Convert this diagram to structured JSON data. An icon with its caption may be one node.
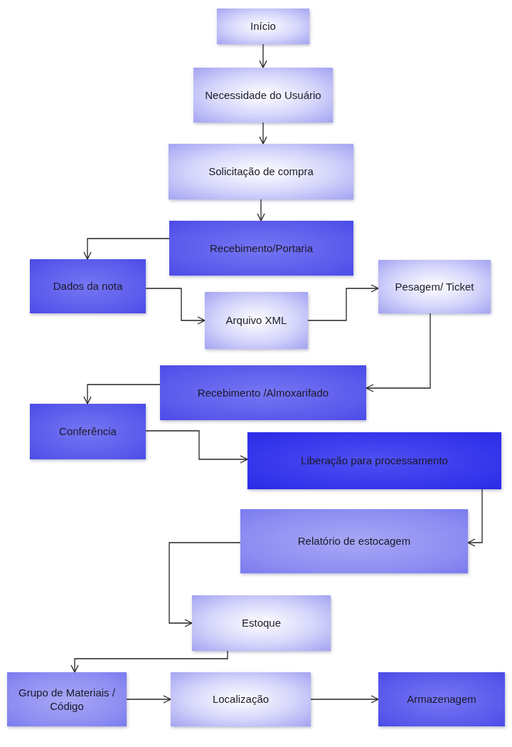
{
  "diagram": {
    "nodes": [
      {
        "text": [
          "Início"
        ]
      },
      {
        "text": [
          "Necessidade do Usuário"
        ]
      },
      {
        "text": [
          "Solicitação de compra"
        ]
      },
      {
        "text": [
          "Recebimento/Portaria"
        ]
      },
      {
        "text": [
          "Dados da nota"
        ]
      },
      {
        "text": [
          "Arquivo XML"
        ]
      },
      {
        "text": [
          "Pesagem/ Ticket"
        ]
      },
      {
        "text": [
          "Recebimento /Almoxarifado"
        ]
      },
      {
        "text": [
          "Conferência"
        ]
      },
      {
        "text": [
          "Liberação para processamento"
        ]
      },
      {
        "text": [
          "Relatório de estocagem"
        ]
      },
      {
        "text": [
          "Estoque"
        ]
      },
      {
        "text": [
          "Grupo de Materiais / Código"
        ]
      },
      {
        "text": [
          "Localização"
        ]
      },
      {
        "text": [
          "Armazenagem"
        ]
      }
    ],
    "edges": [
      {
        "from": 0,
        "to": 1,
        "arrow": "to"
      },
      {
        "from": 1,
        "to": 2,
        "arrow": "to"
      },
      {
        "from": 2,
        "to": 3,
        "arrow": "to"
      },
      {
        "from": 3,
        "to": 4,
        "arrow": "to"
      },
      {
        "from": 4,
        "to": 5,
        "arrow": "to"
      },
      {
        "from": 5,
        "to": 6,
        "arrow": "to"
      },
      {
        "from": 6,
        "to": 7,
        "arrow": "to"
      },
      {
        "from": 7,
        "to": 8,
        "arrow": "to"
      },
      {
        "from": 8,
        "to": 9,
        "arrow": "to"
      },
      {
        "from": 9,
        "to": 10,
        "arrow": "to"
      },
      {
        "from": 10,
        "to": 11,
        "arrow": "to"
      },
      {
        "from": 11,
        "to": 12,
        "arrow": "to"
      },
      {
        "from": 12,
        "to": 13,
        "arrow": "to"
      },
      {
        "from": 13,
        "to": 14,
        "arrow": "to"
      }
    ]
  }
}
